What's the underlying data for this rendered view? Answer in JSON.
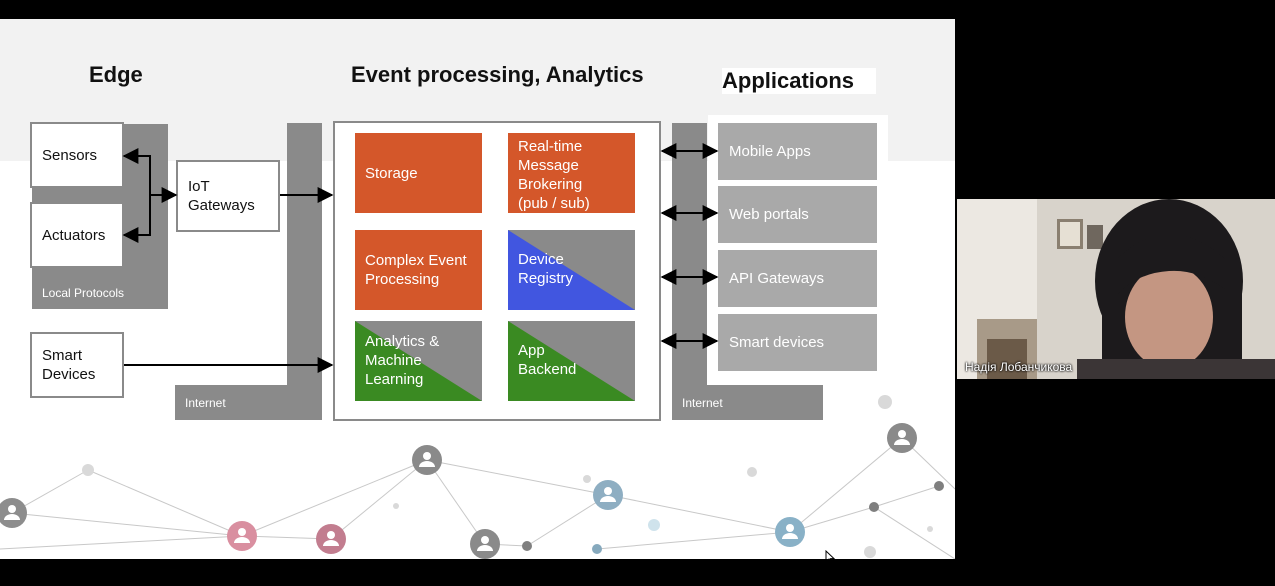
{
  "slide": {
    "headings": {
      "edge": "Edge",
      "processing": "Event processing, Analytics",
      "applications": "Applications"
    },
    "edge": {
      "sensors": "Sensors",
      "actuators": "Actuators",
      "local_protocols": "Local Protocols",
      "iot_gateways": [
        "IoT",
        "Gateways"
      ],
      "smart_devices": [
        "Smart",
        "Devices"
      ],
      "internet_left": "Internet"
    },
    "processing": {
      "storage": "Storage",
      "realtime": [
        "Real-time",
        "Message",
        "Brokering",
        "(pub / sub)"
      ],
      "complex_event": [
        "Complex Event",
        "Processing"
      ],
      "device_registry": [
        "Device",
        "Registry"
      ],
      "analytics_ml": [
        "Analytics &",
        "Machine",
        "Learning"
      ],
      "app_backend": [
        "App",
        "Backend"
      ]
    },
    "applications": {
      "items": [
        "Mobile Apps",
        "Web portals",
        "API Gateways",
        "Smart devices"
      ],
      "internet_right": "Internet"
    },
    "colors": {
      "orange": "#d4572a",
      "gray": "#8a8a8a",
      "blue": "#4156e0",
      "green": "#3a8a22",
      "app_gray": "#a9a9a9"
    }
  },
  "participant": {
    "name": "Надія Лобанчикова"
  }
}
